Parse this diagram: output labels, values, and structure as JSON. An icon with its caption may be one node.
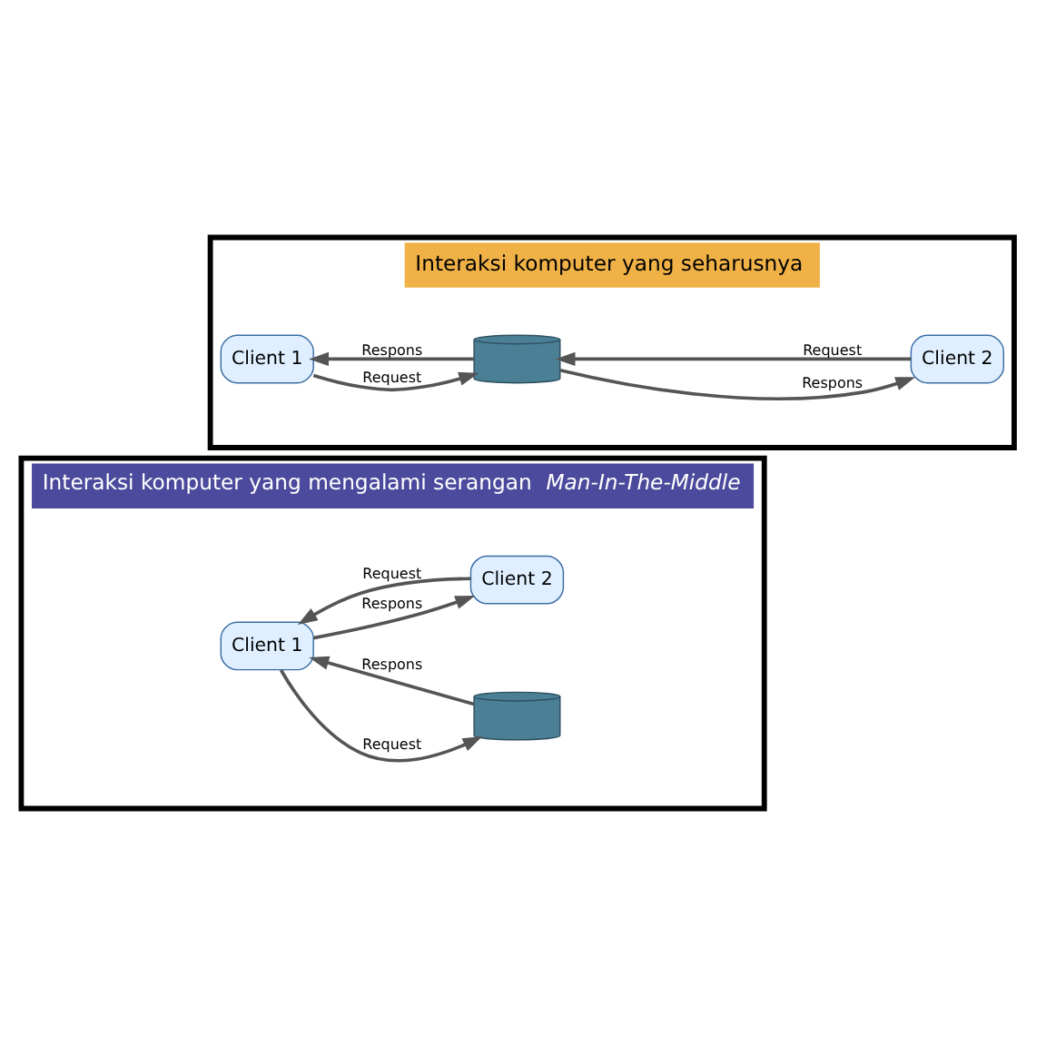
{
  "diagram": {
    "nodes": [
      {
        "text": [
          "Interaksi komputer yang mengalami serangan *Man-In-The-Middle*"
        ]
      },
      {
        "text": [
          "Client 1"
        ],
        "in": 0
      },
      {
        "text": [],
        "shape": "cylinder",
        "in": 0
      },
      {
        "text": [
          "Client 2"
        ],
        "in": 0
      },
      {
        "text": [
          "Interaksi komputer yang seharusnya"
        ]
      },
      {
        "text": [
          "Client 1"
        ],
        "in": 4
      },
      {
        "text": [],
        "shape": "cylinder",
        "in": 4
      },
      {
        "text": [
          "Client 2"
        ],
        "in": 4
      }
    ],
    "edges": [
      {
        "from": 1,
        "to": 2,
        "arrow": "to",
        "label": "Request"
      },
      {
        "from": 2,
        "to": 1,
        "arrow": "to",
        "label": "Respons"
      },
      {
        "from": 1,
        "to": 3,
        "arrow": "to",
        "label": "Respons"
      },
      {
        "from": 3,
        "to": 1,
        "arrow": "to",
        "label": "Request"
      },
      {
        "from": 6,
        "to": 5,
        "arrow": "to",
        "label": "Respons"
      },
      {
        "from": 6,
        "to": 7,
        "arrow": "to",
        "label": "Respons"
      },
      {
        "from": 5,
        "to": 6,
        "arrow": "to",
        "label": "Request"
      },
      {
        "from": 7,
        "to": 6,
        "arrow": "to",
        "label": "Request"
      }
    ]
  }
}
